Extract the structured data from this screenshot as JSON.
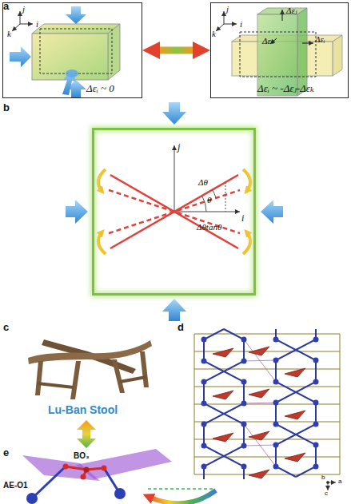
{
  "diagram": {
    "nodes": [
      {
        "text": [
          "j",
          "i",
          "k",
          "Δεᵢ ~ 0"
        ]
      },
      {
        "text": [
          "j",
          "i",
          "k",
          "Δεⱼ",
          "Δεₖ",
          "Δεᵢ",
          "Δεᵢ ~ -Δεⱼ-Δεₖ"
        ]
      },
      {
        "text": [
          "j",
          "Δθ",
          "θ",
          "i",
          "Δθtanθ"
        ]
      }
    ],
    "edges": [
      {
        "from": 0,
        "to": 1,
        "arrow": "both"
      }
    ],
    "labels": [
      "a",
      "b",
      "c",
      "Lu-Ban Stool",
      "d",
      "e",
      "BO₃",
      "AE-O1",
      "a",
      "b",
      "c"
    ]
  }
}
